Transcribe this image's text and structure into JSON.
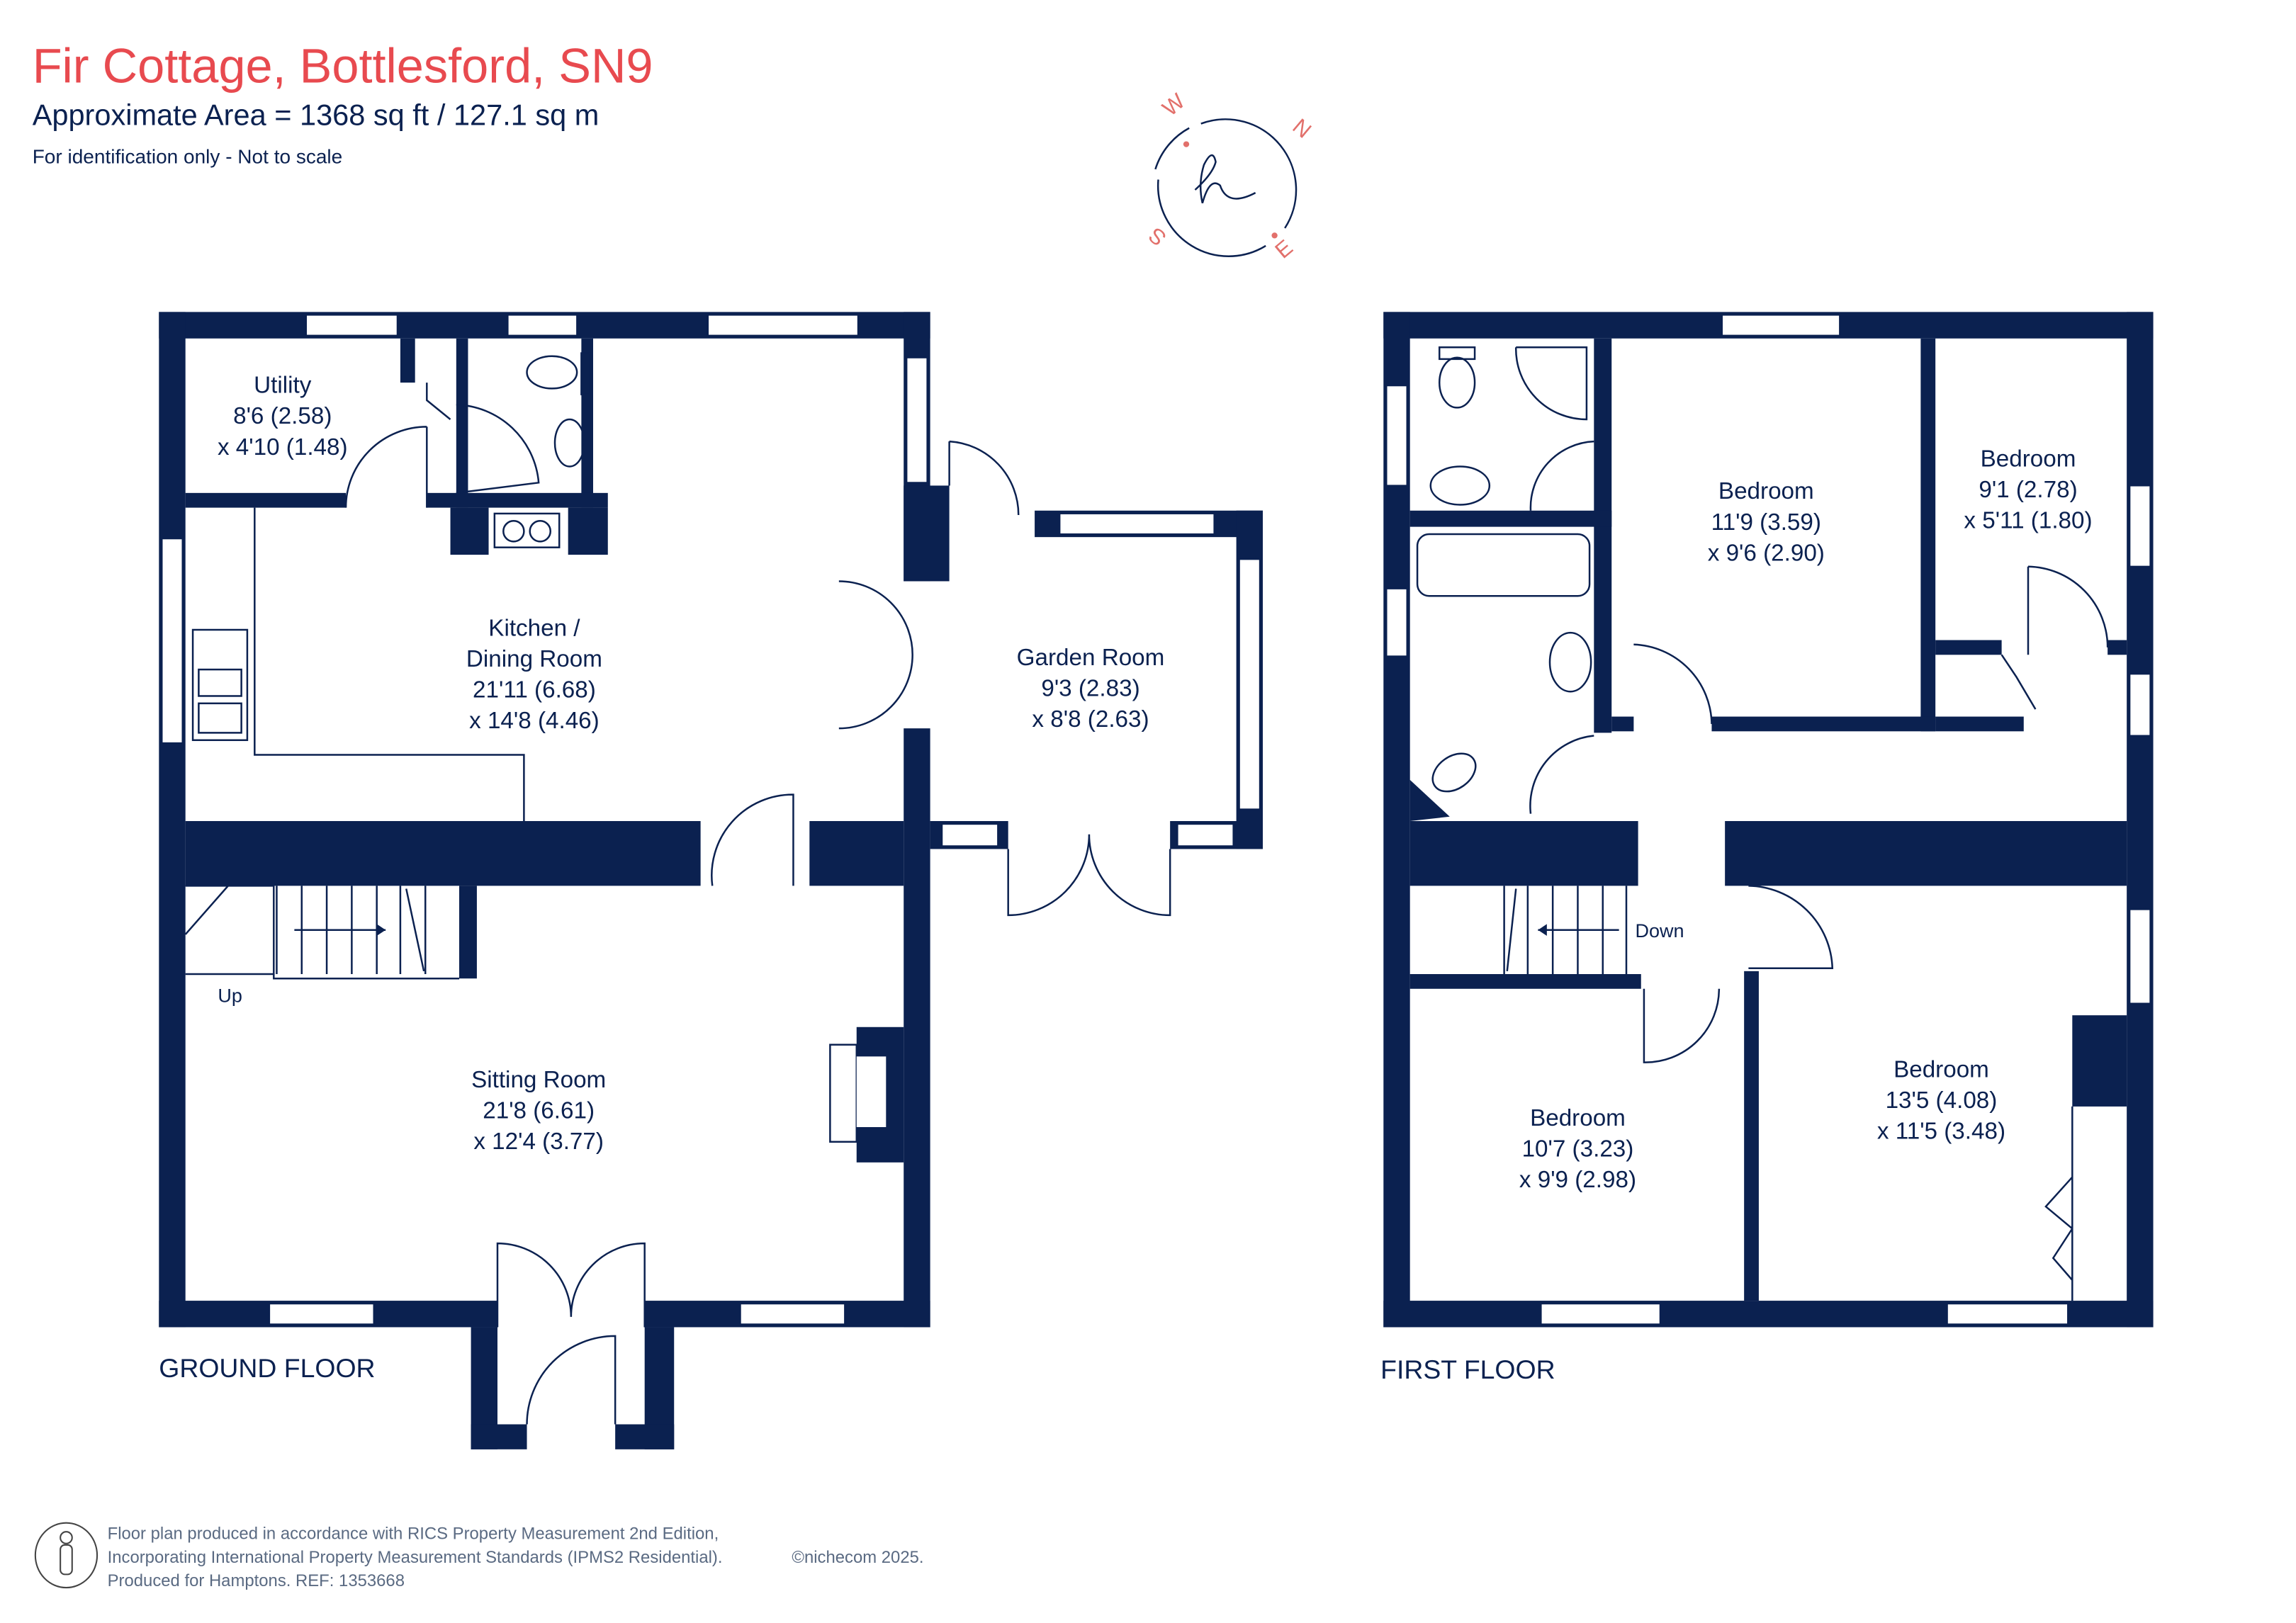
{
  "header": {
    "title": "Fir Cottage, Bottlesford, SN9",
    "area": "Approximate Area = 1368 sq ft / 127.1 sq m",
    "note": "For identification only - Not to scale"
  },
  "compass": {
    "n": "N",
    "e": "E",
    "s": "S",
    "w": "W",
    "logo": "h"
  },
  "ground_floor": {
    "label": "GROUND FLOOR",
    "rooms": [
      {
        "name": "Utility",
        "dim1": "8'6 (2.58)",
        "dim2": "x 4'10 (1.48)"
      },
      {
        "name": "Kitchen /",
        "name2": "Dining Room",
        "dim1": "21'11 (6.68)",
        "dim2": "x 14'8 (4.46)"
      },
      {
        "name": "Garden Room",
        "dim1": "9'3 (2.83)",
        "dim2": "x 8'8 (2.63)"
      },
      {
        "name": "Sitting Room",
        "dim1": "21'8 (6.61)",
        "dim2": "x 12'4 (3.77)"
      }
    ],
    "stairs_label": "Up"
  },
  "first_floor": {
    "label": "FIRST FLOOR",
    "rooms": [
      {
        "name": "Bedroom",
        "dim1": "11'9 (3.59)",
        "dim2": "x 9'6 (2.90)"
      },
      {
        "name": "Bedroom",
        "dim1": "9'1 (2.78)",
        "dim2": "x 5'11 (1.80)"
      },
      {
        "name": "Bedroom",
        "dim1": "10'7 (3.23)",
        "dim2": "x 9'9 (2.98)"
      },
      {
        "name": "Bedroom",
        "dim1": "13'5 (4.08)",
        "dim2": "x 11'5 (3.48)"
      }
    ],
    "stairs_label": "Down"
  },
  "footer": {
    "line1": "Floor plan produced in accordance with RICS Property Measurement 2nd Edition,",
    "line2": "Incorporating International Property Measurement Standards (IPMS2 Residential).",
    "copyright": "©nichecom 2025.",
    "line3": "Produced for Hamptons.  REF: 1353668"
  },
  "colors": {
    "wall": "#0b2150",
    "title": "#e84a4f",
    "compass": "#e2706b"
  }
}
